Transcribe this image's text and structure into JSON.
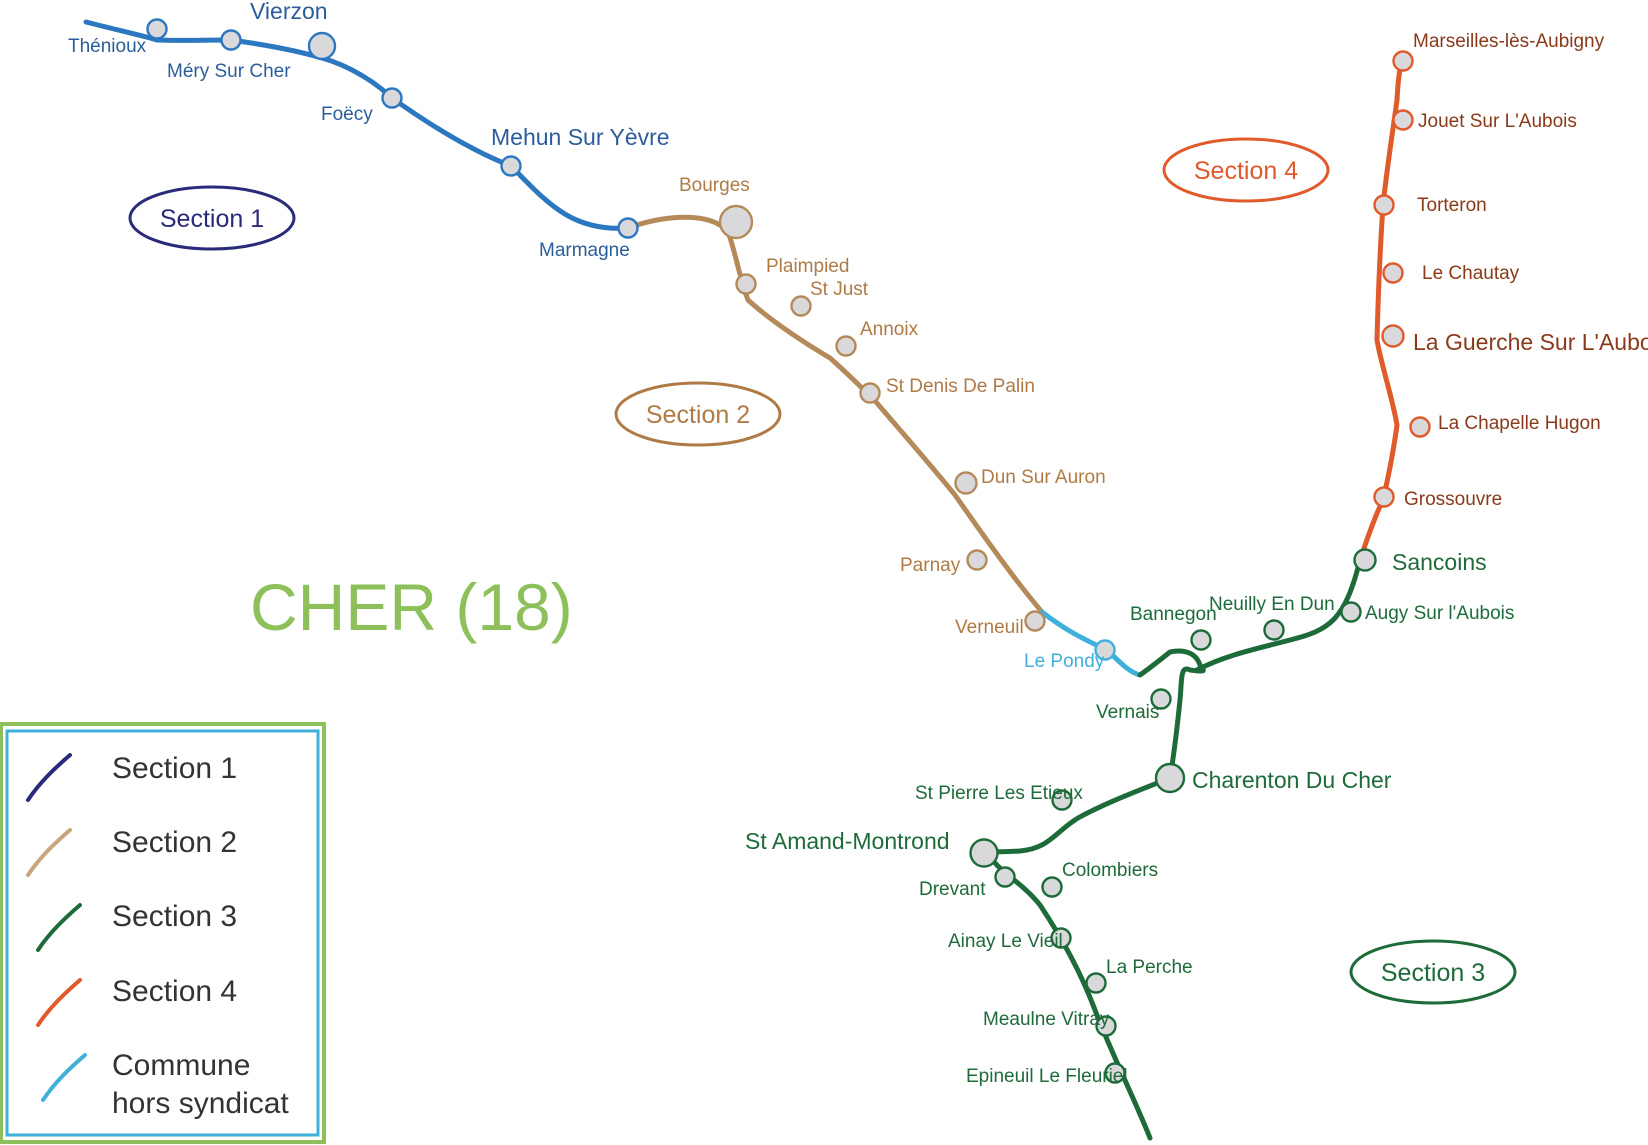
{
  "map_title": "CHER (18)",
  "colors": {
    "section1": "#2b77c0",
    "section1_badge": "#2a2a7a",
    "section2": "#b58a5a",
    "section3": "#1e6b3a",
    "section4": "#e05a2b",
    "hors_syndicat": "#3fb0d9",
    "title": "#8dc05a",
    "legend_border_outer": "#8dc05a",
    "legend_border_inner": "#3fb0d9",
    "stop_fill": "#d9d9dc"
  },
  "section_badges": {
    "s1": "Section 1",
    "s2": "Section 2",
    "s3": "Section 3",
    "s4": "Section 4"
  },
  "legend": {
    "items": [
      {
        "label": "Section 1"
      },
      {
        "label": "Section 2"
      },
      {
        "label": "Section 3"
      },
      {
        "label": "Section 4"
      },
      {
        "label_line1": "Commune",
        "label_line2": "hors syndicat"
      }
    ]
  },
  "stations": {
    "thenioux": "Thénioux",
    "vierzon": "Vierzon",
    "mery_sur_cher": "Méry Sur Cher",
    "foecy": "Foëcy",
    "mehun_sur_yevre": "Mehun Sur Yèvre",
    "marmagne": "Marmagne",
    "bourges": "Bourges",
    "plaimpied": "Plaimpied",
    "st_just": "St Just",
    "annoix": "Annoix",
    "st_denis_de_palin": "St Denis De Palin",
    "dun_sur_auron": "Dun Sur Auron",
    "parnay": "Parnay",
    "verneuil": "Verneuil",
    "le_pondy": "Le Pondy",
    "bannegon": "Bannegon",
    "neuilly_en_dun": "Neuilly En Dun",
    "vernais": "Vernais",
    "sancoins": "Sancoins",
    "augy_sur_laubois": "Augy Sur l'Aubois",
    "charenton_du_cher": "Charenton Du Cher",
    "st_pierre_les_etieux": "St Pierre Les Etieux",
    "st_amand_montrond": "St Amand-Montrond",
    "drevant": "Drevant",
    "colombiers": "Colombiers",
    "ainay_le_vieil": "Ainay Le Vieil",
    "la_perche": "La Perche",
    "meaulne_vitray": "Meaulne Vitray",
    "epineuil_le_fleuriel": "Epineuil Le Fleuriel",
    "marseilles_les_aubigny": "Marseilles-lès-Aubigny",
    "jouet_sur_laubois": "Jouet Sur L'Aubois",
    "torteron": "Torteron",
    "le_chautay": "Le Chautay",
    "la_guerche_sur_laubois": "La Guerche Sur L'Aubois",
    "la_chapelle_hugon": "La Chapelle Hugon",
    "grossouvre": "Grossouvre"
  }
}
